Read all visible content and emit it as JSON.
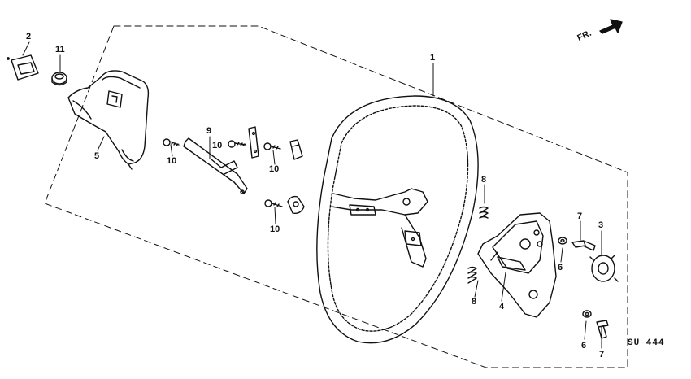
{
  "diagram": {
    "direction_label": "FR.",
    "drawing_code": "SU 444",
    "callouts": [
      {
        "id": "c1",
        "text": "1"
      },
      {
        "id": "c2",
        "text": "2"
      },
      {
        "id": "c3",
        "text": "3"
      },
      {
        "id": "c4",
        "text": "4"
      },
      {
        "id": "c5",
        "text": "5"
      },
      {
        "id": "c6a",
        "text": "6"
      },
      {
        "id": "c6b",
        "text": "6"
      },
      {
        "id": "c7a",
        "text": "7"
      },
      {
        "id": "c7b",
        "text": "7"
      },
      {
        "id": "c8a",
        "text": "8"
      },
      {
        "id": "c8b",
        "text": "8"
      },
      {
        "id": "c9",
        "text": "9"
      },
      {
        "id": "c10a",
        "text": "10"
      },
      {
        "id": "c10b",
        "text": "10"
      },
      {
        "id": "c10c",
        "text": "10"
      },
      {
        "id": "c10d",
        "text": "10"
      },
      {
        "id": "c11",
        "text": "11"
      }
    ]
  }
}
